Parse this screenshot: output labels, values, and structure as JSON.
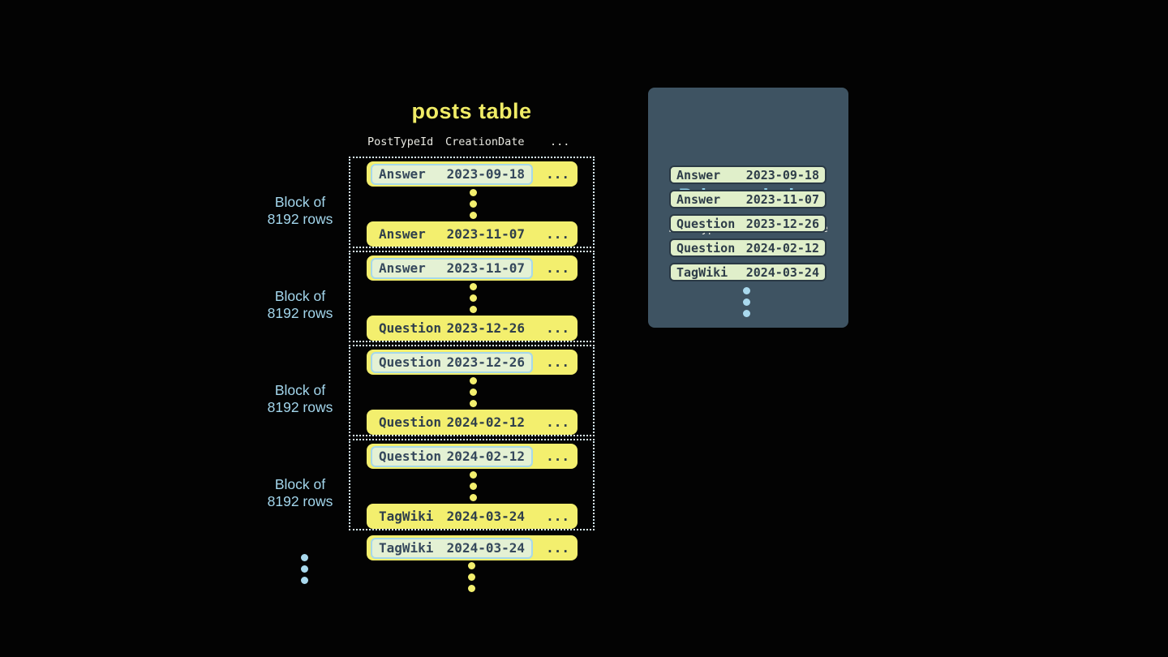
{
  "colors": {
    "background": "#030303",
    "row_yellow": "#f3ef6e",
    "title_yellow": "#f0ec66",
    "highlight_green": "#e4f1d4",
    "highlight_border_blue": "#a6d8ea",
    "label_blue": "#a3d6ec",
    "index_title_blue": "#8fcfe9",
    "dark_text": "#2f3f4b",
    "panel_background": "#3e5362",
    "header_text": "#e8e8e1"
  },
  "posts_table": {
    "title": "posts table",
    "headers": [
      "PostTypeId",
      "CreationDate",
      "..."
    ],
    "block_label_line1": "Block of",
    "block_label_line2": "8192 rows",
    "ellipsis": "...",
    "blocks": [
      {
        "first": {
          "type": "Answer",
          "date": "2023-09-18"
        },
        "last": {
          "type": "Answer",
          "date": "2023-11-07"
        }
      },
      {
        "first": {
          "type": "Answer",
          "date": "2023-11-07"
        },
        "last": {
          "type": "Question",
          "date": "2023-12-26"
        }
      },
      {
        "first": {
          "type": "Question",
          "date": "2023-12-26"
        },
        "last": {
          "type": "Question",
          "date": "2024-02-12"
        }
      },
      {
        "first": {
          "type": "Question",
          "date": "2024-02-12"
        },
        "last": {
          "type": "TagWiki",
          "date": "2024-03-24"
        }
      }
    ],
    "overflow_row": {
      "type": "TagWiki",
      "date": "2024-03-24"
    }
  },
  "primary_index": {
    "title": "Primary index",
    "headers": [
      "PostTypeId",
      "CreationDate"
    ],
    "rows": [
      {
        "type": "Answer",
        "date": "2023-09-18"
      },
      {
        "type": "Answer",
        "date": "2023-11-07"
      },
      {
        "type": "Question",
        "date": "2023-12-26"
      },
      {
        "type": "Question",
        "date": "2024-02-12"
      },
      {
        "type": "TagWiki",
        "date": "2024-03-24"
      }
    ]
  }
}
